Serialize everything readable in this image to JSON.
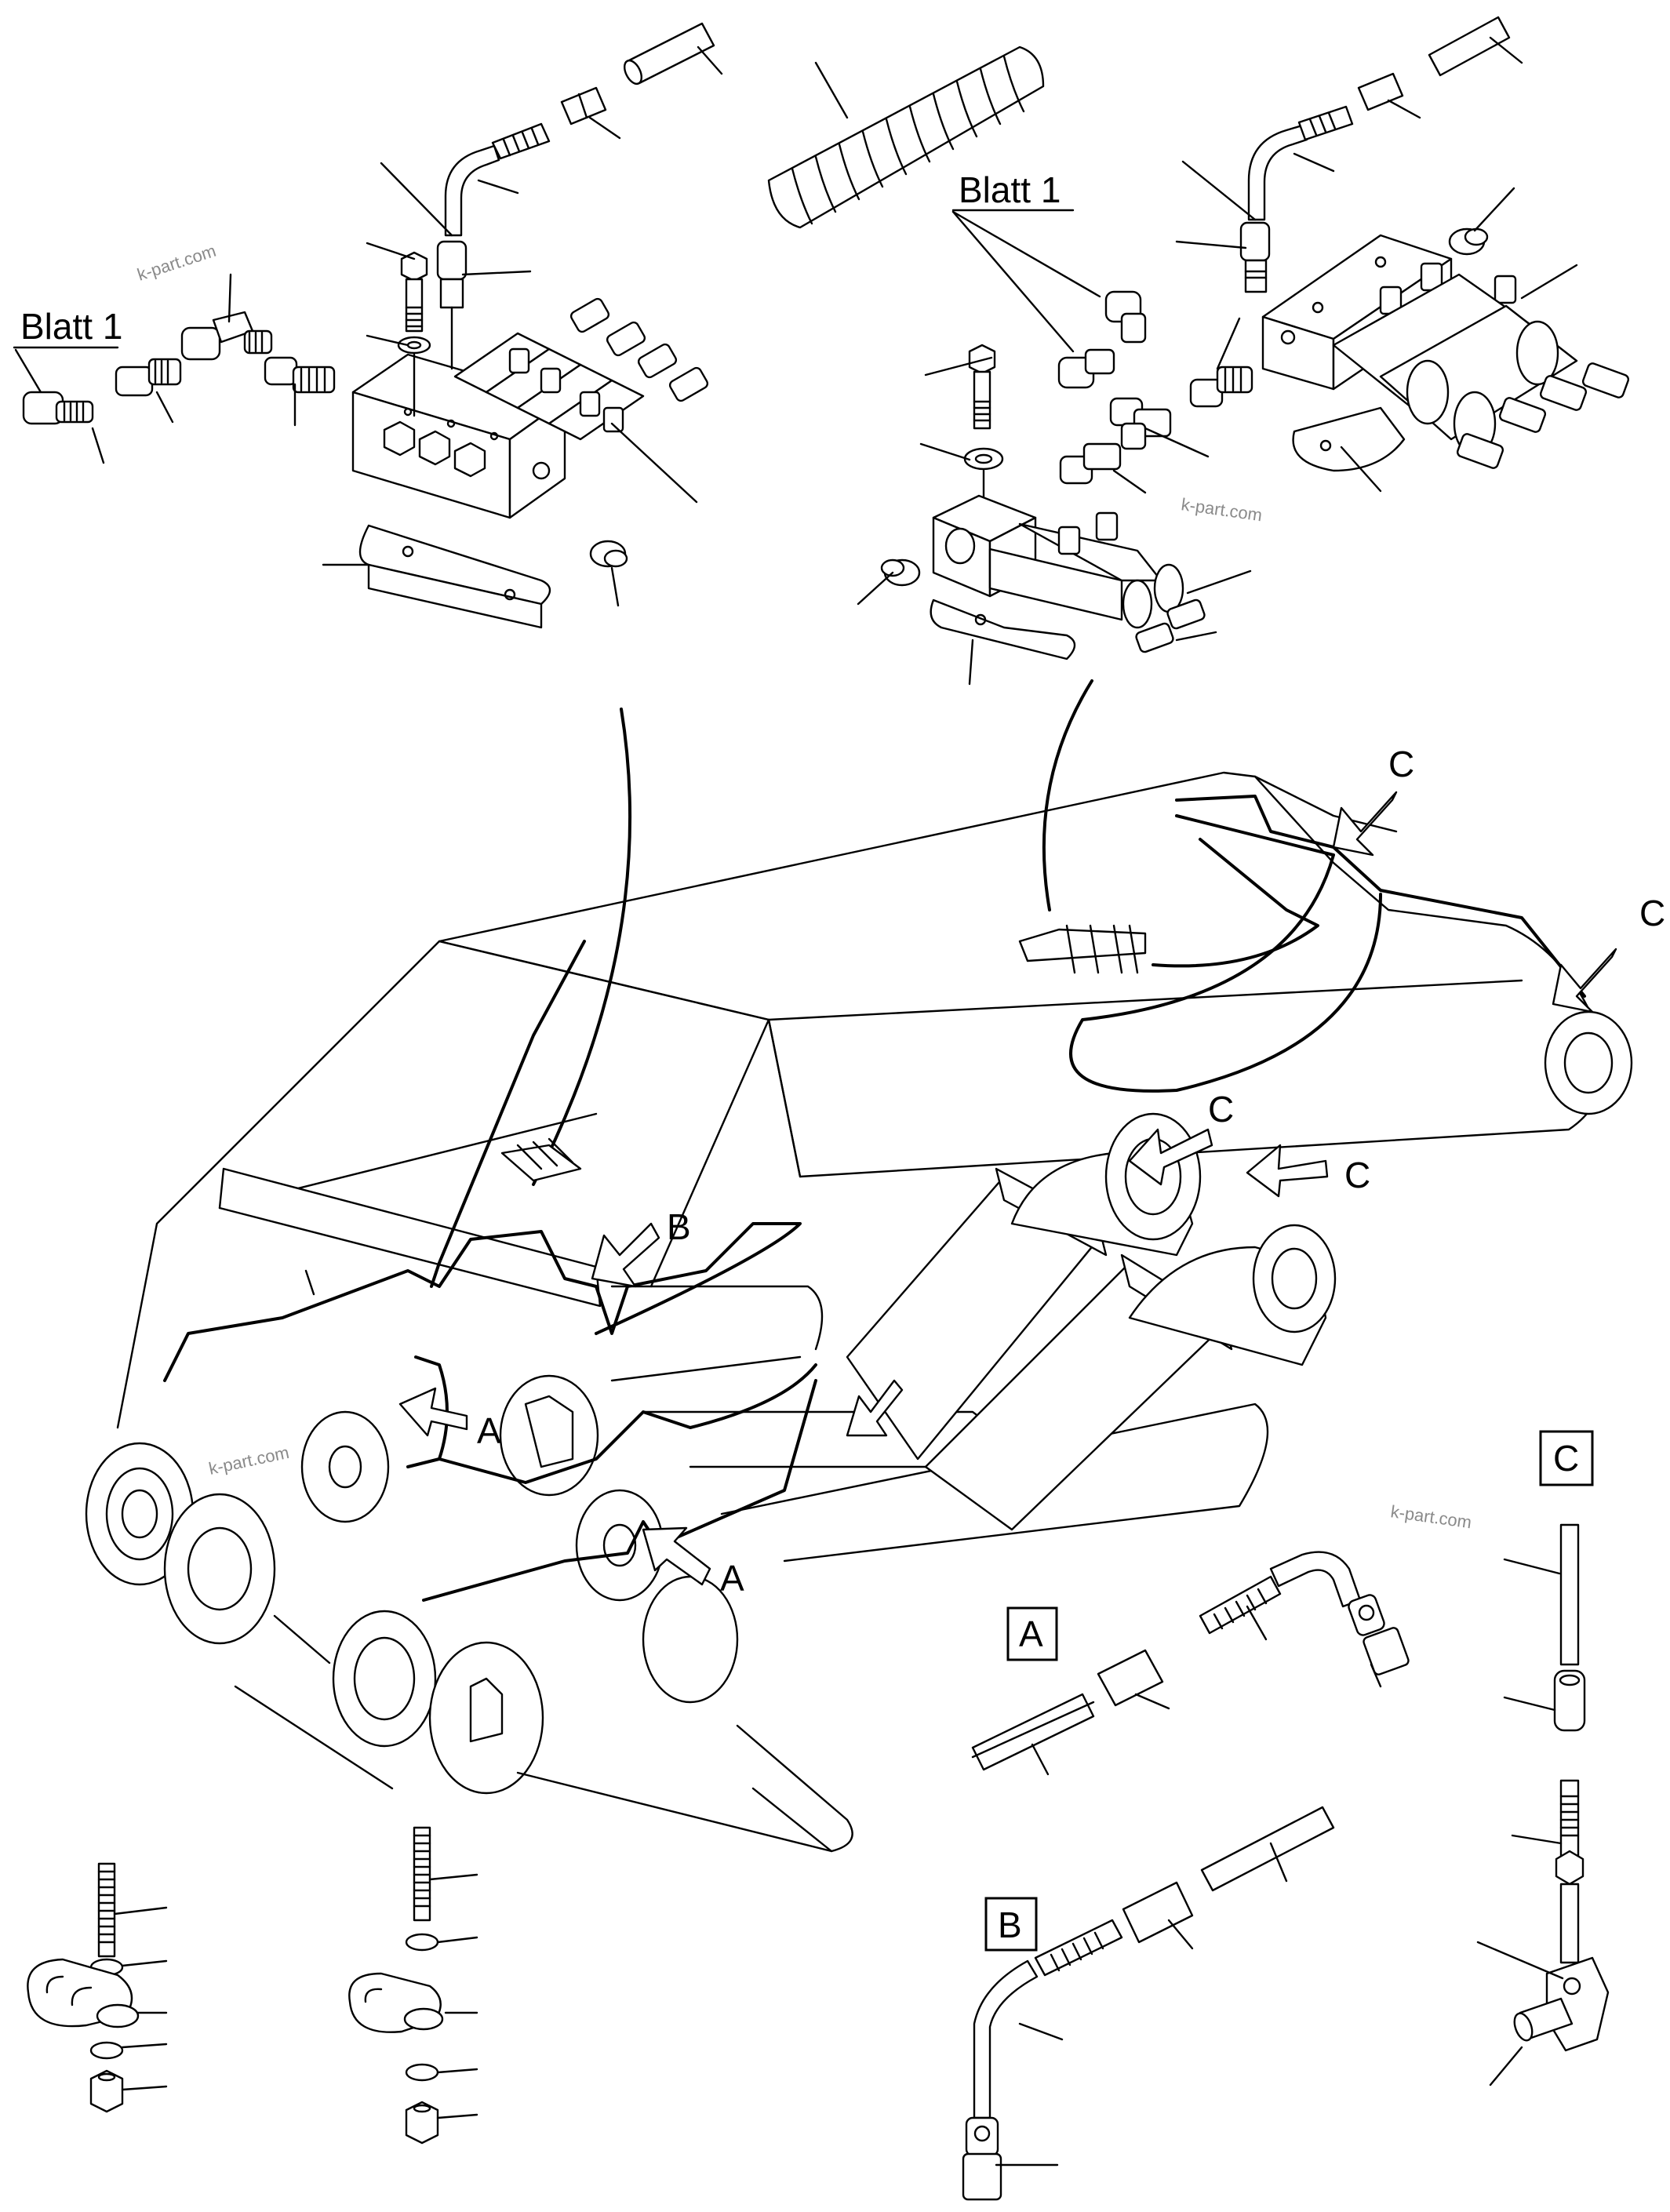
{
  "drawing": {
    "references": {
      "sheet_left": "Blatt 1",
      "sheet_right": "Blatt 1"
    },
    "view_labels": {
      "a": "A",
      "b": "B",
      "c": "C"
    },
    "arrow_labels": {
      "c1": "C",
      "c2": "C",
      "c3": "C",
      "c4": "C",
      "b": "B",
      "a1": "A",
      "a2": "A"
    },
    "watermarks": [
      "k-part.com",
      "k-part.com",
      "k-part.com",
      "k-part.com"
    ]
  }
}
